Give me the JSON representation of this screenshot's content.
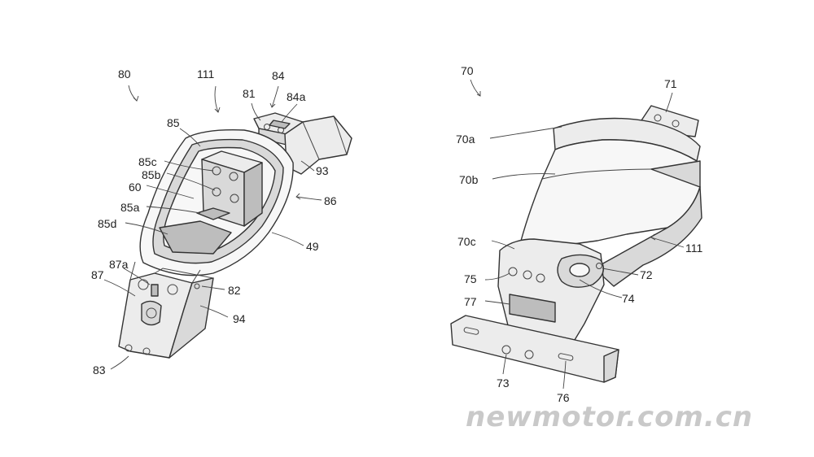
{
  "left_figure": {
    "labels": [
      "80",
      "111",
      "84",
      "81",
      "84a",
      "85",
      "85c",
      "85b",
      "60",
      "85a",
      "85d",
      "93",
      "86",
      "49",
      "87a",
      "87",
      "82",
      "94",
      "83"
    ]
  },
  "right_figure": {
    "labels": [
      "70",
      "71",
      "70a",
      "70b",
      "111",
      "70c",
      "72",
      "75",
      "74",
      "77",
      "73",
      "76"
    ]
  },
  "watermark": "newmotor.com.cn"
}
